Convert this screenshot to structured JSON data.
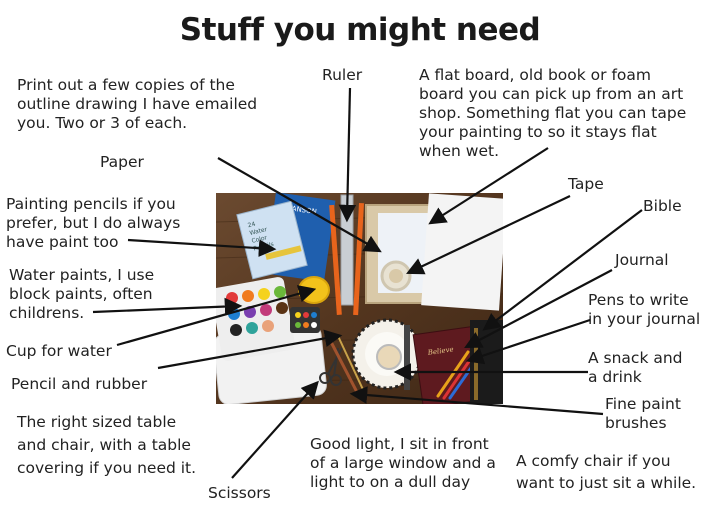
{
  "title": "Stuff you might need",
  "labels": {
    "print_out": "Print out a few copies of the\noutline drawing I have emailed\nyou.  Two or 3 of each.",
    "ruler": "Ruler",
    "flat_board": "A flat board, old book or foam\nboard you can pick up from an art\nshop.  Something flat you can tape\nyour painting to so it stays flat\nwhen wet.",
    "paper": "Paper",
    "tape": "Tape",
    "bible": "Bible",
    "painting_pencils": "Painting pencils if you\nprefer, but I do always\nhave paint too",
    "journal": "Journal",
    "water_paints": "Water paints, I use\nblock paints, often\nchildrens.",
    "pens": "Pens to write\nin your journal",
    "cup": "Cup for water",
    "snack": "A snack and\na drink",
    "pencil_rubber": "Pencil and rubber",
    "brushes": "Fine paint\nbrushes",
    "table": "The right sized table\nand chair, with a table\ncovering if you need it.",
    "light": "Good light, I sit in front\nof a large window and a\nlight to on a dull day",
    "comfy_chair": "A comfy chair if you\nwant to just sit a while.",
    "scissors": "Scissors"
  },
  "photo": {
    "pencil_box_text": "24\nWater\nColor\nPencils",
    "sketchbook_brand": "CANSON",
    "journal_text": "Believe"
  },
  "colors": {
    "table": "#5a3b24",
    "board": "#d9c9a8",
    "paper": "#ffffff",
    "arrow": "#111111"
  }
}
